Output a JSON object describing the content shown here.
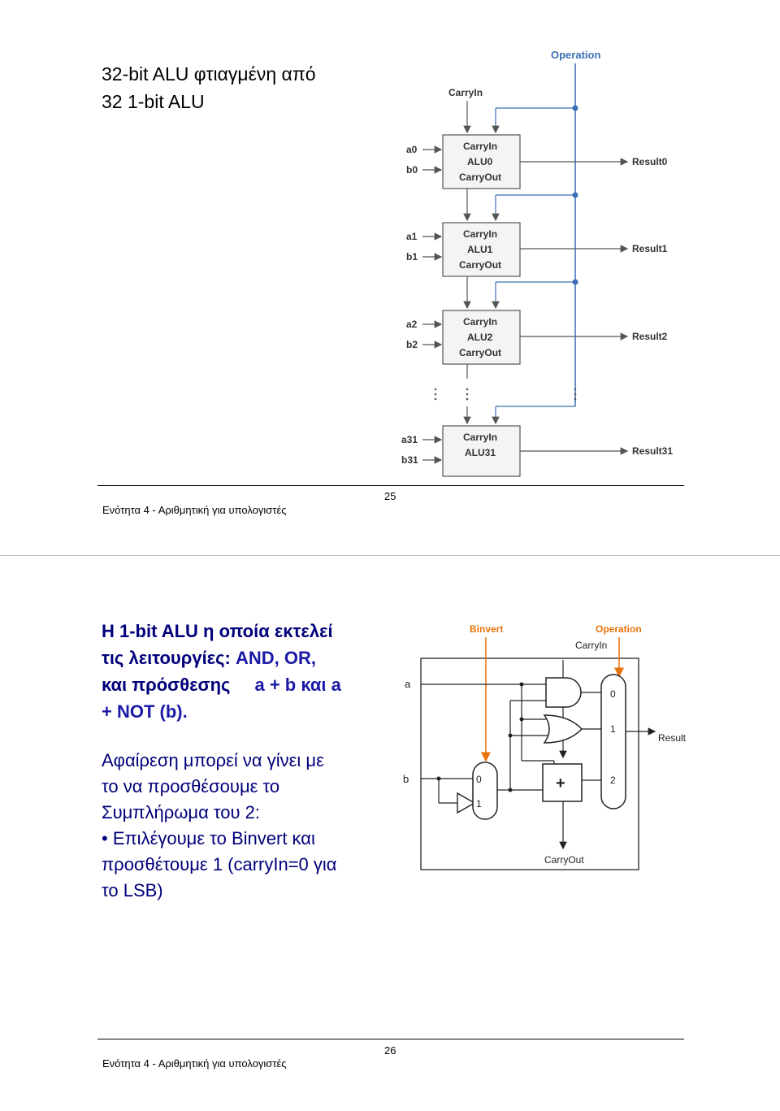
{
  "slide1": {
    "title_line1": "32-bit ALU φτιαγμένη από",
    "title_line2": "32  1-bit ALU",
    "footer": "Ενότητα 4 - Αριθμητική για υπολογιστές",
    "page_number": "25",
    "diagram": {
      "operation": "Operation",
      "carryin_top": "CarryIn",
      "alus": [
        {
          "a": "a0",
          "b": "b0",
          "carryin": "CarryIn",
          "name": "ALU0",
          "carryout": "CarryOut",
          "result": "Result0"
        },
        {
          "a": "a1",
          "b": "b1",
          "carryin": "CarryIn",
          "name": "ALU1",
          "carryout": "CarryOut",
          "result": "Result1"
        },
        {
          "a": "a2",
          "b": "b2",
          "carryin": "CarryIn",
          "name": "ALU2",
          "carryout": "CarryOut",
          "result": "Result2"
        },
        {
          "a": "a31",
          "b": "b31",
          "carryin": "CarryIn",
          "name": "ALU31",
          "carryout": "",
          "result": "Result31"
        }
      ]
    }
  },
  "slide2": {
    "heading_line1": "Η 1-bit ALU η οποία εκτελεί",
    "heading_line2_a": "τις λειτουργίες: ",
    "heading_line2_b": "AND, OR,",
    "heading_line3_a": "και πρόσθεσης",
    "heading_line3_b": "a + b και a",
    "heading_line4": "+ NOT (b).",
    "body_line1": "Αφαίρεση μπορεί να γίνει με",
    "body_line2": "το να προσθέσουμε το",
    "body_line3": "Συμπλήρωμα του 2:",
    "bullet": "•",
    "bullet_line1": "Επιλέγουμε το  Binvert και",
    "bullet_line2": "προσθέτουμε 1 (carryIn=0 για",
    "bullet_line3": "το LSB)",
    "footer": "Ενότητα 4 - Αριθμητική για υπολογιστές",
    "page_number": "26",
    "diagram": {
      "binvert": "Binvert",
      "operation": "Operation",
      "carryin": "CarryIn",
      "a": "a",
      "b": "b",
      "mux_in0": "0",
      "mux_in1": "1",
      "mux_in2": "2",
      "bmux_in0": "0",
      "bmux_in1": "1",
      "adder": "+",
      "result": "Result",
      "carryout": "CarryOut"
    }
  },
  "colors": {
    "accent_orange": "#e8720c",
    "arrow_blue": "#3a6fb5",
    "heading_navy": "#00007a",
    "label_blue": "#1a1aa6"
  }
}
